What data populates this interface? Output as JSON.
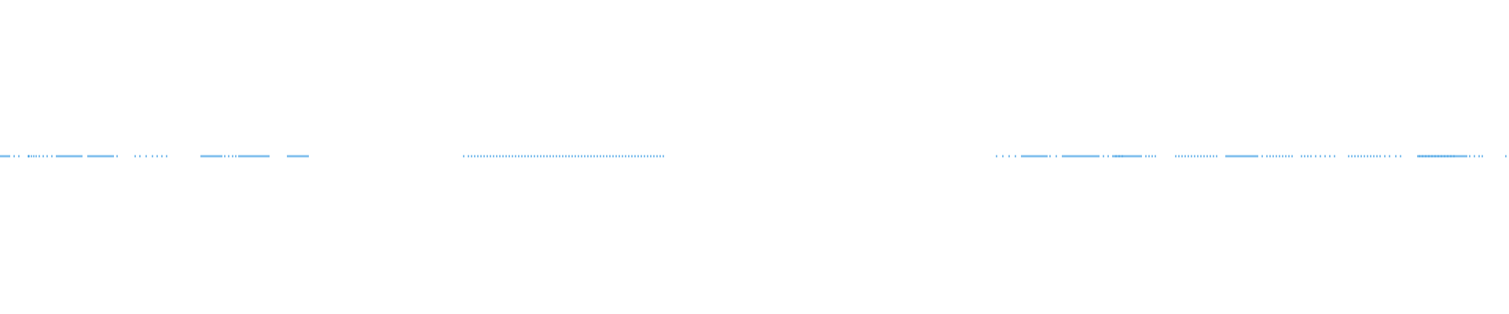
{
  "chart_data": {
    "type": "scatter",
    "title": "",
    "xlabel": "",
    "ylabel": "",
    "grid": false,
    "legend": "none",
    "xlim": [
      0,
      1920
    ],
    "y_constant": 0,
    "marker": "tick",
    "color": "#1f8fe0",
    "series": [
      {
        "name": "",
        "x": [
          0,
          2,
          4,
          6,
          8,
          10,
          12,
          18,
          24,
          36,
          37,
          40,
          43,
          46,
          50,
          55,
          60,
          66,
          72,
          74,
          76,
          78,
          80,
          82,
          84,
          86,
          88,
          90,
          92,
          94,
          96,
          98,
          100,
          102,
          104,
          112,
          114,
          116,
          118,
          120,
          122,
          124,
          126,
          128,
          130,
          132,
          134,
          136,
          138,
          140,
          142,
          144,
          149,
          172,
          178,
          186,
          194,
          200,
          206,
          212,
          256,
          258,
          260,
          262,
          264,
          266,
          268,
          270,
          272,
          274,
          276,
          278,
          280,
          282,
          286,
          291,
          296,
          300,
          304,
          306,
          308,
          310,
          312,
          314,
          316,
          318,
          320,
          322,
          324,
          326,
          328,
          330,
          332,
          334,
          336,
          338,
          340,
          342,
          366,
          368,
          370,
          372,
          374,
          376,
          378,
          380,
          382,
          384,
          386,
          388,
          390,
          392,
          590,
          596,
          600,
          604,
          608,
          612,
          616,
          620,
          624,
          628,
          632,
          636,
          640,
          644,
          648,
          652,
          656,
          660,
          664,
          668,
          672,
          676,
          680,
          684,
          688,
          692,
          696,
          700,
          704,
          708,
          712,
          716,
          720,
          724,
          728,
          732,
          736,
          740,
          744,
          748,
          752,
          756,
          760,
          764,
          768,
          772,
          776,
          780,
          784,
          788,
          792,
          796,
          800,
          804,
          808,
          812,
          816,
          820,
          824,
          828,
          832,
          836,
          840,
          844,
          1268,
          1276,
          1284,
          1292,
          1300,
          1302,
          1304,
          1306,
          1308,
          1310,
          1312,
          1314,
          1316,
          1318,
          1320,
          1322,
          1324,
          1326,
          1328,
          1330,
          1332,
          1336,
          1344,
          1352,
          1354,
          1356,
          1358,
          1360,
          1362,
          1364,
          1366,
          1368,
          1370,
          1372,
          1374,
          1376,
          1378,
          1380,
          1382,
          1384,
          1386,
          1388,
          1390,
          1392,
          1394,
          1396,
          1398,
          1404,
          1410,
          1416,
          1420,
          1424,
          1428,
          1418,
          1420,
          1422,
          1424,
          1426,
          1428,
          1430,
          1432,
          1434,
          1436,
          1438,
          1440,
          1442,
          1444,
          1446,
          1448,
          1450,
          1452,
          1458,
          1462,
          1466,
          1470,
          1496,
          1500,
          1504,
          1508,
          1512,
          1516,
          1520,
          1524,
          1528,
          1532,
          1536,
          1540,
          1544,
          1548,
          1560,
          1562,
          1564,
          1566,
          1568,
          1570,
          1572,
          1574,
          1576,
          1578,
          1580,
          1582,
          1584,
          1586,
          1588,
          1590,
          1592,
          1594,
          1596,
          1598,
          1600,
          1606,
          1612,
          1616,
          1620,
          1624,
          1628,
          1632,
          1636,
          1640,
          1644,
          1656,
          1660,
          1664,
          1668,
          1674,
          1680,
          1686,
          1692,
          1698,
          1716,
          1720,
          1724,
          1728,
          1732,
          1736,
          1740,
          1744,
          1748,
          1752,
          1756,
          1762,
          1768,
          1776,
          1782,
          1806,
          1810,
          1814,
          1818,
          1822,
          1826,
          1830,
          1834,
          1838,
          1842,
          1846,
          1850,
          1804,
          1806,
          1808,
          1810,
          1812,
          1814,
          1816,
          1818,
          1820,
          1822,
          1824,
          1826,
          1828,
          1830,
          1832,
          1834,
          1836,
          1838,
          1840,
          1842,
          1844,
          1846,
          1848,
          1850,
          1852,
          1854,
          1856,
          1858,
          1860,
          1862,
          1864,
          1866,
          1870,
          1876,
          1882,
          1886,
          1916
        ]
      }
    ]
  }
}
